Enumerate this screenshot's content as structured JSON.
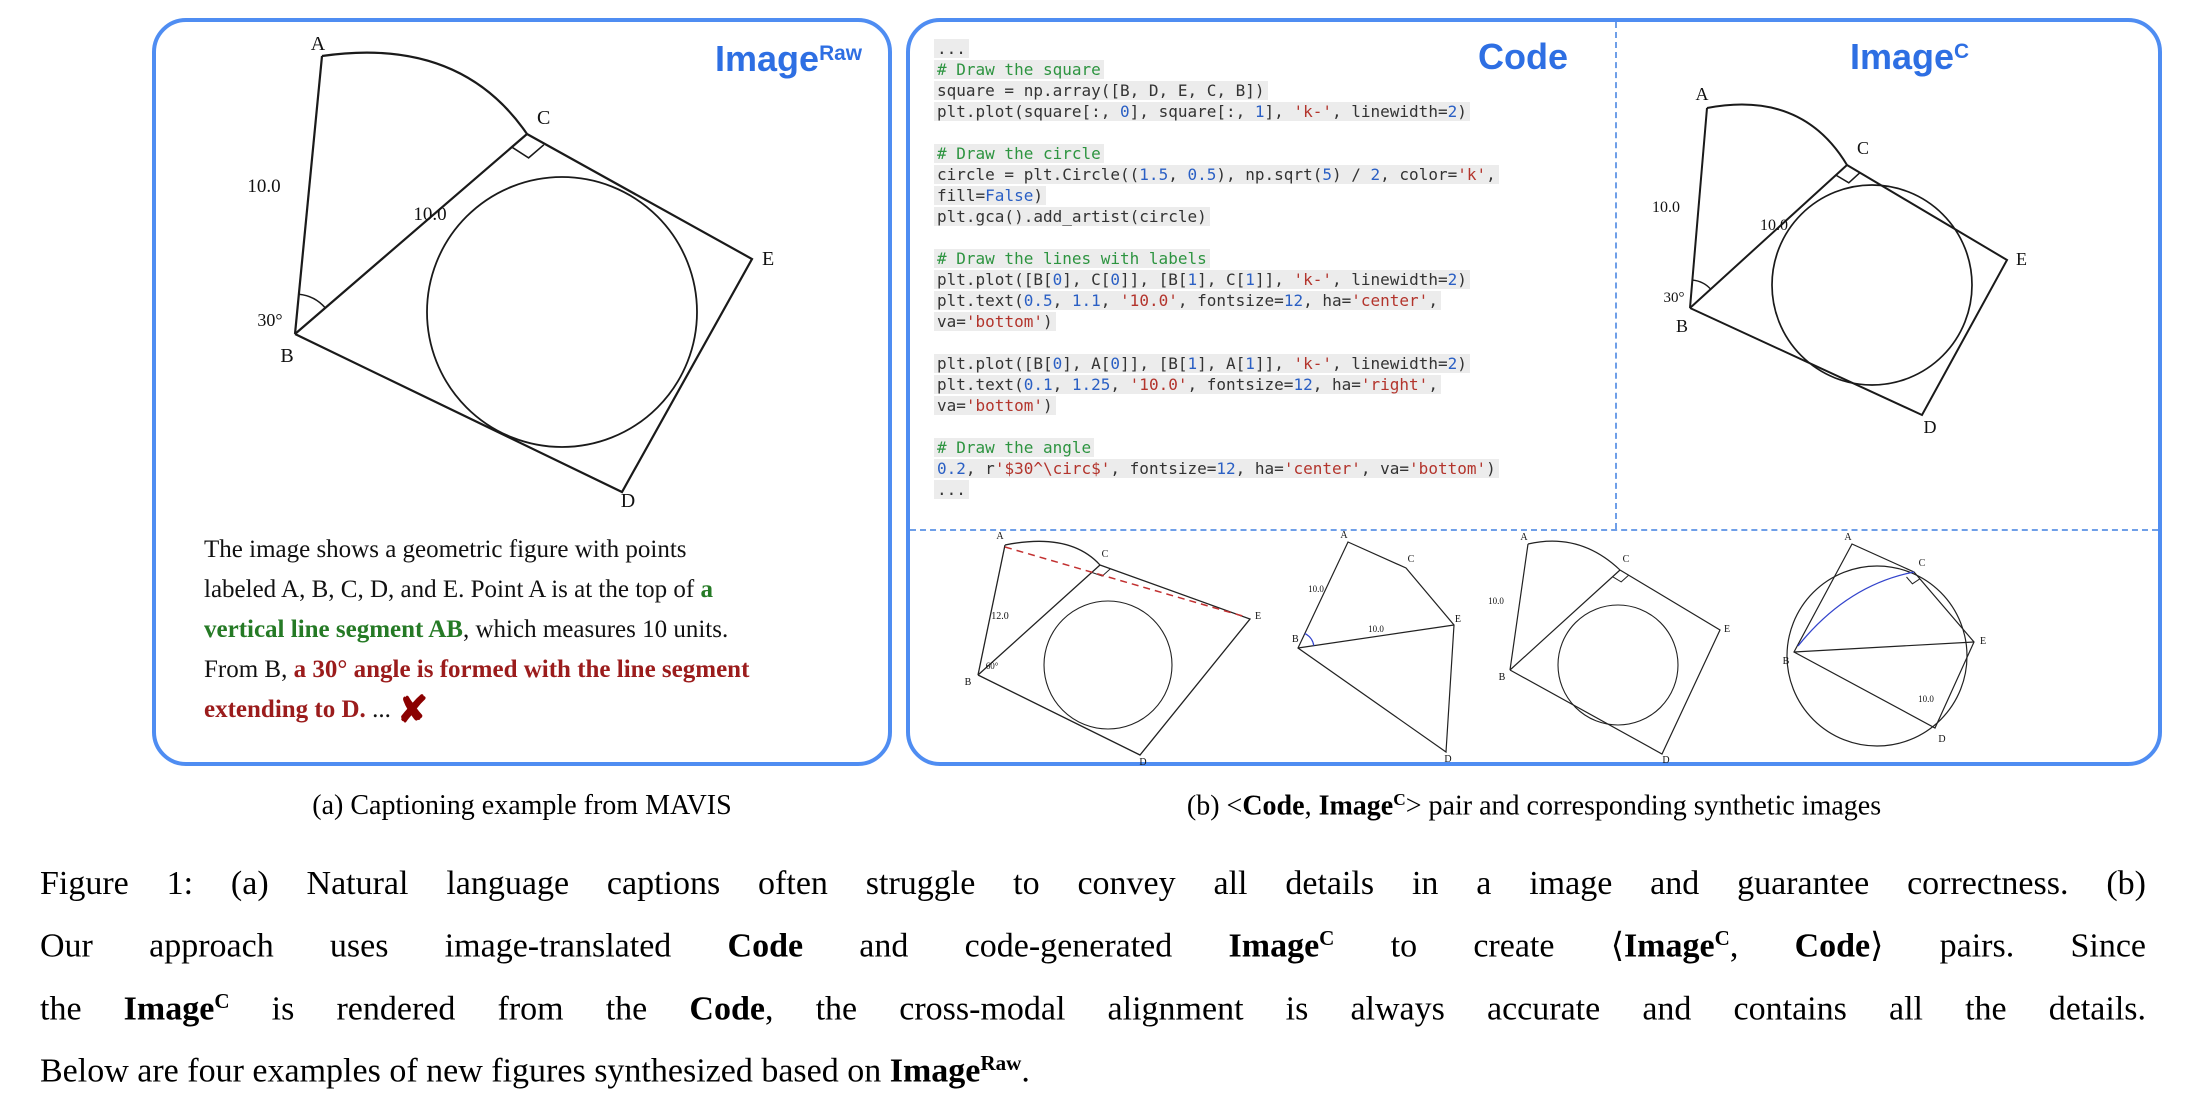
{
  "panel_a": {
    "header": {
      "base": "Image",
      "sup": "Raw"
    },
    "figure": {
      "a": "A",
      "b": "B",
      "c": "C",
      "d": "D",
      "e": "E",
      "ab": "10.0",
      "bc": "10.0",
      "angle": "30°"
    },
    "caption_lines": [
      [
        {
          "t": "The image shows a geometric figure with points"
        }
      ],
      [
        {
          "t": "labeled A, B, C, D, and E. Point A is at the top of "
        },
        {
          "t": "a",
          "c": "g"
        }
      ],
      [
        {
          "t": "vertical line segment AB",
          "c": "g"
        },
        {
          "t": ", which measures 10 units."
        }
      ],
      [
        {
          "t": "From B, "
        },
        {
          "t": "a 30° angle is formed with the line segment",
          "c": "r"
        }
      ],
      [
        {
          "t": "extending to D.",
          "c": "r"
        },
        {
          "t": " ...  "
        },
        {
          "t": "✘",
          "c": "x"
        }
      ]
    ],
    "caption_below": "(a) Captioning example from MAVIS"
  },
  "panel_b": {
    "code_header": "Code",
    "image_header": {
      "base": "Image",
      "sup": "C"
    },
    "code_lines": [
      [
        [
          "p",
          "..."
        ]
      ],
      [
        [
          "c",
          "# Draw the square"
        ]
      ],
      [
        [
          "p",
          "square = np.array([B, D, E, C, B])"
        ]
      ],
      [
        [
          "p",
          "plt.plot(square[:, "
        ],
        [
          "n",
          "0"
        ],
        [
          "p",
          "], square[:, "
        ],
        [
          "n",
          "1"
        ],
        [
          "p",
          "], "
        ],
        [
          "s",
          "'k-'"
        ],
        [
          "p",
          ", linewidth="
        ],
        [
          "n",
          "2"
        ],
        [
          "p",
          ")"
        ]
      ],
      [],
      [
        [
          "c",
          "# Draw the circle"
        ]
      ],
      [
        [
          "p",
          "circle = plt.Circle(("
        ],
        [
          "n",
          "1.5"
        ],
        [
          "p",
          ", "
        ],
        [
          "n",
          "0.5"
        ],
        [
          "p",
          "), np.sqrt("
        ],
        [
          "n",
          "5"
        ],
        [
          "p",
          ") / "
        ],
        [
          "n",
          "2"
        ],
        [
          "p",
          ", color="
        ],
        [
          "s",
          "'k'"
        ],
        [
          "p",
          ","
        ]
      ],
      [
        [
          "p",
          "fill="
        ],
        [
          "k",
          "False"
        ],
        [
          "p",
          ")"
        ]
      ],
      [
        [
          "p",
          "plt.gca().add_artist(circle)"
        ]
      ],
      [],
      [
        [
          "c",
          "# Draw the lines with labels"
        ]
      ],
      [
        [
          "p",
          "plt.plot([B["
        ],
        [
          "n",
          "0"
        ],
        [
          "p",
          "], C["
        ],
        [
          "n",
          "0"
        ],
        [
          "p",
          "]], [B["
        ],
        [
          "n",
          "1"
        ],
        [
          "p",
          "], C["
        ],
        [
          "n",
          "1"
        ],
        [
          "p",
          "]], "
        ],
        [
          "s",
          "'k-'"
        ],
        [
          "p",
          ", linewidth="
        ],
        [
          "n",
          "2"
        ],
        [
          "p",
          ")"
        ]
      ],
      [
        [
          "p",
          "plt.text("
        ],
        [
          "n",
          "0.5"
        ],
        [
          "p",
          ", "
        ],
        [
          "n",
          "1.1"
        ],
        [
          "p",
          ", "
        ],
        [
          "s",
          "'10.0'"
        ],
        [
          "p",
          ", fontsize="
        ],
        [
          "n",
          "12"
        ],
        [
          "p",
          ", ha="
        ],
        [
          "s",
          "'center'"
        ],
        [
          "p",
          ","
        ]
      ],
      [
        [
          "p",
          "va="
        ],
        [
          "s",
          "'bottom'"
        ],
        [
          "p",
          ")"
        ]
      ],
      [],
      [
        [
          "p",
          "plt.plot([B["
        ],
        [
          "n",
          "0"
        ],
        [
          "p",
          "], A["
        ],
        [
          "n",
          "0"
        ],
        [
          "p",
          "]], [B["
        ],
        [
          "n",
          "1"
        ],
        [
          "p",
          "], A["
        ],
        [
          "n",
          "1"
        ],
        [
          "p",
          "]], "
        ],
        [
          "s",
          "'k-'"
        ],
        [
          "p",
          ", linewidth="
        ],
        [
          "n",
          "2"
        ],
        [
          "p",
          ")"
        ]
      ],
      [
        [
          "p",
          "plt.text("
        ],
        [
          "n",
          "0.1"
        ],
        [
          "p",
          ", "
        ],
        [
          "n",
          "1.25"
        ],
        [
          "p",
          ", "
        ],
        [
          "s",
          "'10.0'"
        ],
        [
          "p",
          ", fontsize="
        ],
        [
          "n",
          "12"
        ],
        [
          "p",
          ", ha="
        ],
        [
          "s",
          "'right'"
        ],
        [
          "p",
          ","
        ]
      ],
      [
        [
          "p",
          "va="
        ],
        [
          "s",
          "'bottom'"
        ],
        [
          "p",
          ")"
        ]
      ],
      [],
      [
        [
          "c",
          "# Draw the angle"
        ]
      ],
      [
        [
          "n",
          "0.2"
        ],
        [
          "p",
          ", r"
        ],
        [
          "s",
          "'$30^\\circ$'"
        ],
        [
          "p",
          ", fontsize="
        ],
        [
          "n",
          "12"
        ],
        [
          "p",
          ", ha="
        ],
        [
          "s",
          "'center'"
        ],
        [
          "p",
          ", va="
        ],
        [
          "s",
          "'bottom'"
        ],
        [
          "p",
          ")"
        ]
      ],
      [
        [
          "p",
          "..."
        ]
      ]
    ],
    "figure_c": {
      "a": "A",
      "b": "B",
      "c": "C",
      "d": "D",
      "e": "E",
      "ab": "10.0",
      "bc": "10.0",
      "angle": "30°"
    },
    "thumbnails": [
      {
        "points": {
          "a": "A",
          "b": "B",
          "c": "C",
          "d": "D",
          "e": "E"
        },
        "len": "12.0",
        "angle": "60°"
      },
      {
        "points": {
          "a": "A",
          "b": "B",
          "c": "C",
          "d": "D",
          "e": "E"
        },
        "len1": "10.0",
        "len2": "10.0"
      },
      {
        "points": {
          "a": "A",
          "b": "B",
          "c": "C",
          "d": "D",
          "e": "E"
        },
        "len": "10.0"
      },
      {
        "points": {
          "a": "A",
          "b": "B",
          "c": "C",
          "d": "D",
          "e": "E"
        },
        "len": "10.0"
      }
    ],
    "caption_below": [
      [
        {
          "t": "(b) <"
        },
        {
          "t": "Code",
          "c": "b"
        },
        {
          "t": ", "
        },
        {
          "t": "Image",
          "c": "b"
        },
        {
          "t": "C",
          "c": "b sup"
        },
        {
          "t": "> pair and corresponding synthetic images"
        }
      ]
    ]
  },
  "figure_caption": {
    "lines": [
      [
        {
          "t": "Figure 1: (a) Natural language captions often struggle to convey all details in a image and guarantee correctness. (b)"
        }
      ],
      [
        {
          "t": "Our approach uses image-translated "
        },
        {
          "t": "Code",
          "c": "b"
        },
        {
          "t": " and code-generated "
        },
        {
          "t": "Image",
          "c": "b"
        },
        {
          "t": "C",
          "c": "b sup"
        },
        {
          "t": " to create "
        },
        {
          "t": "⟨"
        },
        {
          "t": "Image",
          "c": "b"
        },
        {
          "t": "C",
          "c": "b sup"
        },
        {
          "t": ", "
        },
        {
          "t": "Code",
          "c": "b"
        },
        {
          "t": "⟩ pairs. Since"
        }
      ],
      [
        {
          "t": "the "
        },
        {
          "t": "Image",
          "c": "b"
        },
        {
          "t": "C",
          "c": "b sup"
        },
        {
          "t": " is rendered from the "
        },
        {
          "t": "Code",
          "c": "b"
        },
        {
          "t": ", the cross-modal alignment is always accurate and contains all the details."
        }
      ],
      [
        {
          "t": "Below are four examples of new figures synthesized based on "
        },
        {
          "t": "Image",
          "c": "b"
        },
        {
          "t": "Raw",
          "c": "b sup"
        },
        {
          "t": "."
        }
      ]
    ]
  }
}
